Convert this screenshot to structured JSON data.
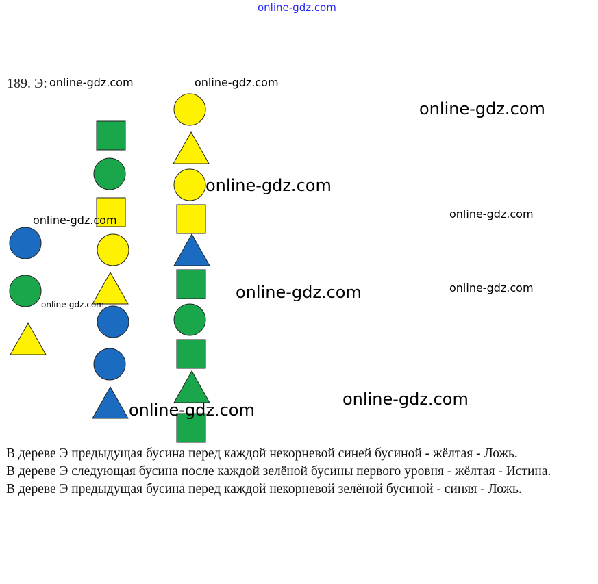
{
  "header_watermark": "online-gdz.com",
  "problem_number": "189. Э:",
  "watermarks": [
    "online-gdz.com",
    "online-gdz.com",
    "online-gdz.com",
    "online-gdz.com",
    "online-gdz.com",
    "online-gdz.com",
    "online-gdz.com",
    "online-gdz.com",
    "online-gdz.com",
    "online-gdz.com",
    "online-gdz.com"
  ],
  "colors": {
    "green": "#1aa64a",
    "yellow": "#fff200",
    "blue": "#1b6cc0",
    "outline": "#222222"
  },
  "answers": [
    "В дереве Э предыдущая бусина перед каждой некорневой синей бусиной - жёлтая - Ложь.",
    "В дереве Э следующая бусина после каждой зелёной бусины первого уровня - жёлтая  - Истина.",
    "В дереве Э предыдущая бусина перед каждой некорневой зелёной бусиной - синяя - Ложь."
  ]
}
